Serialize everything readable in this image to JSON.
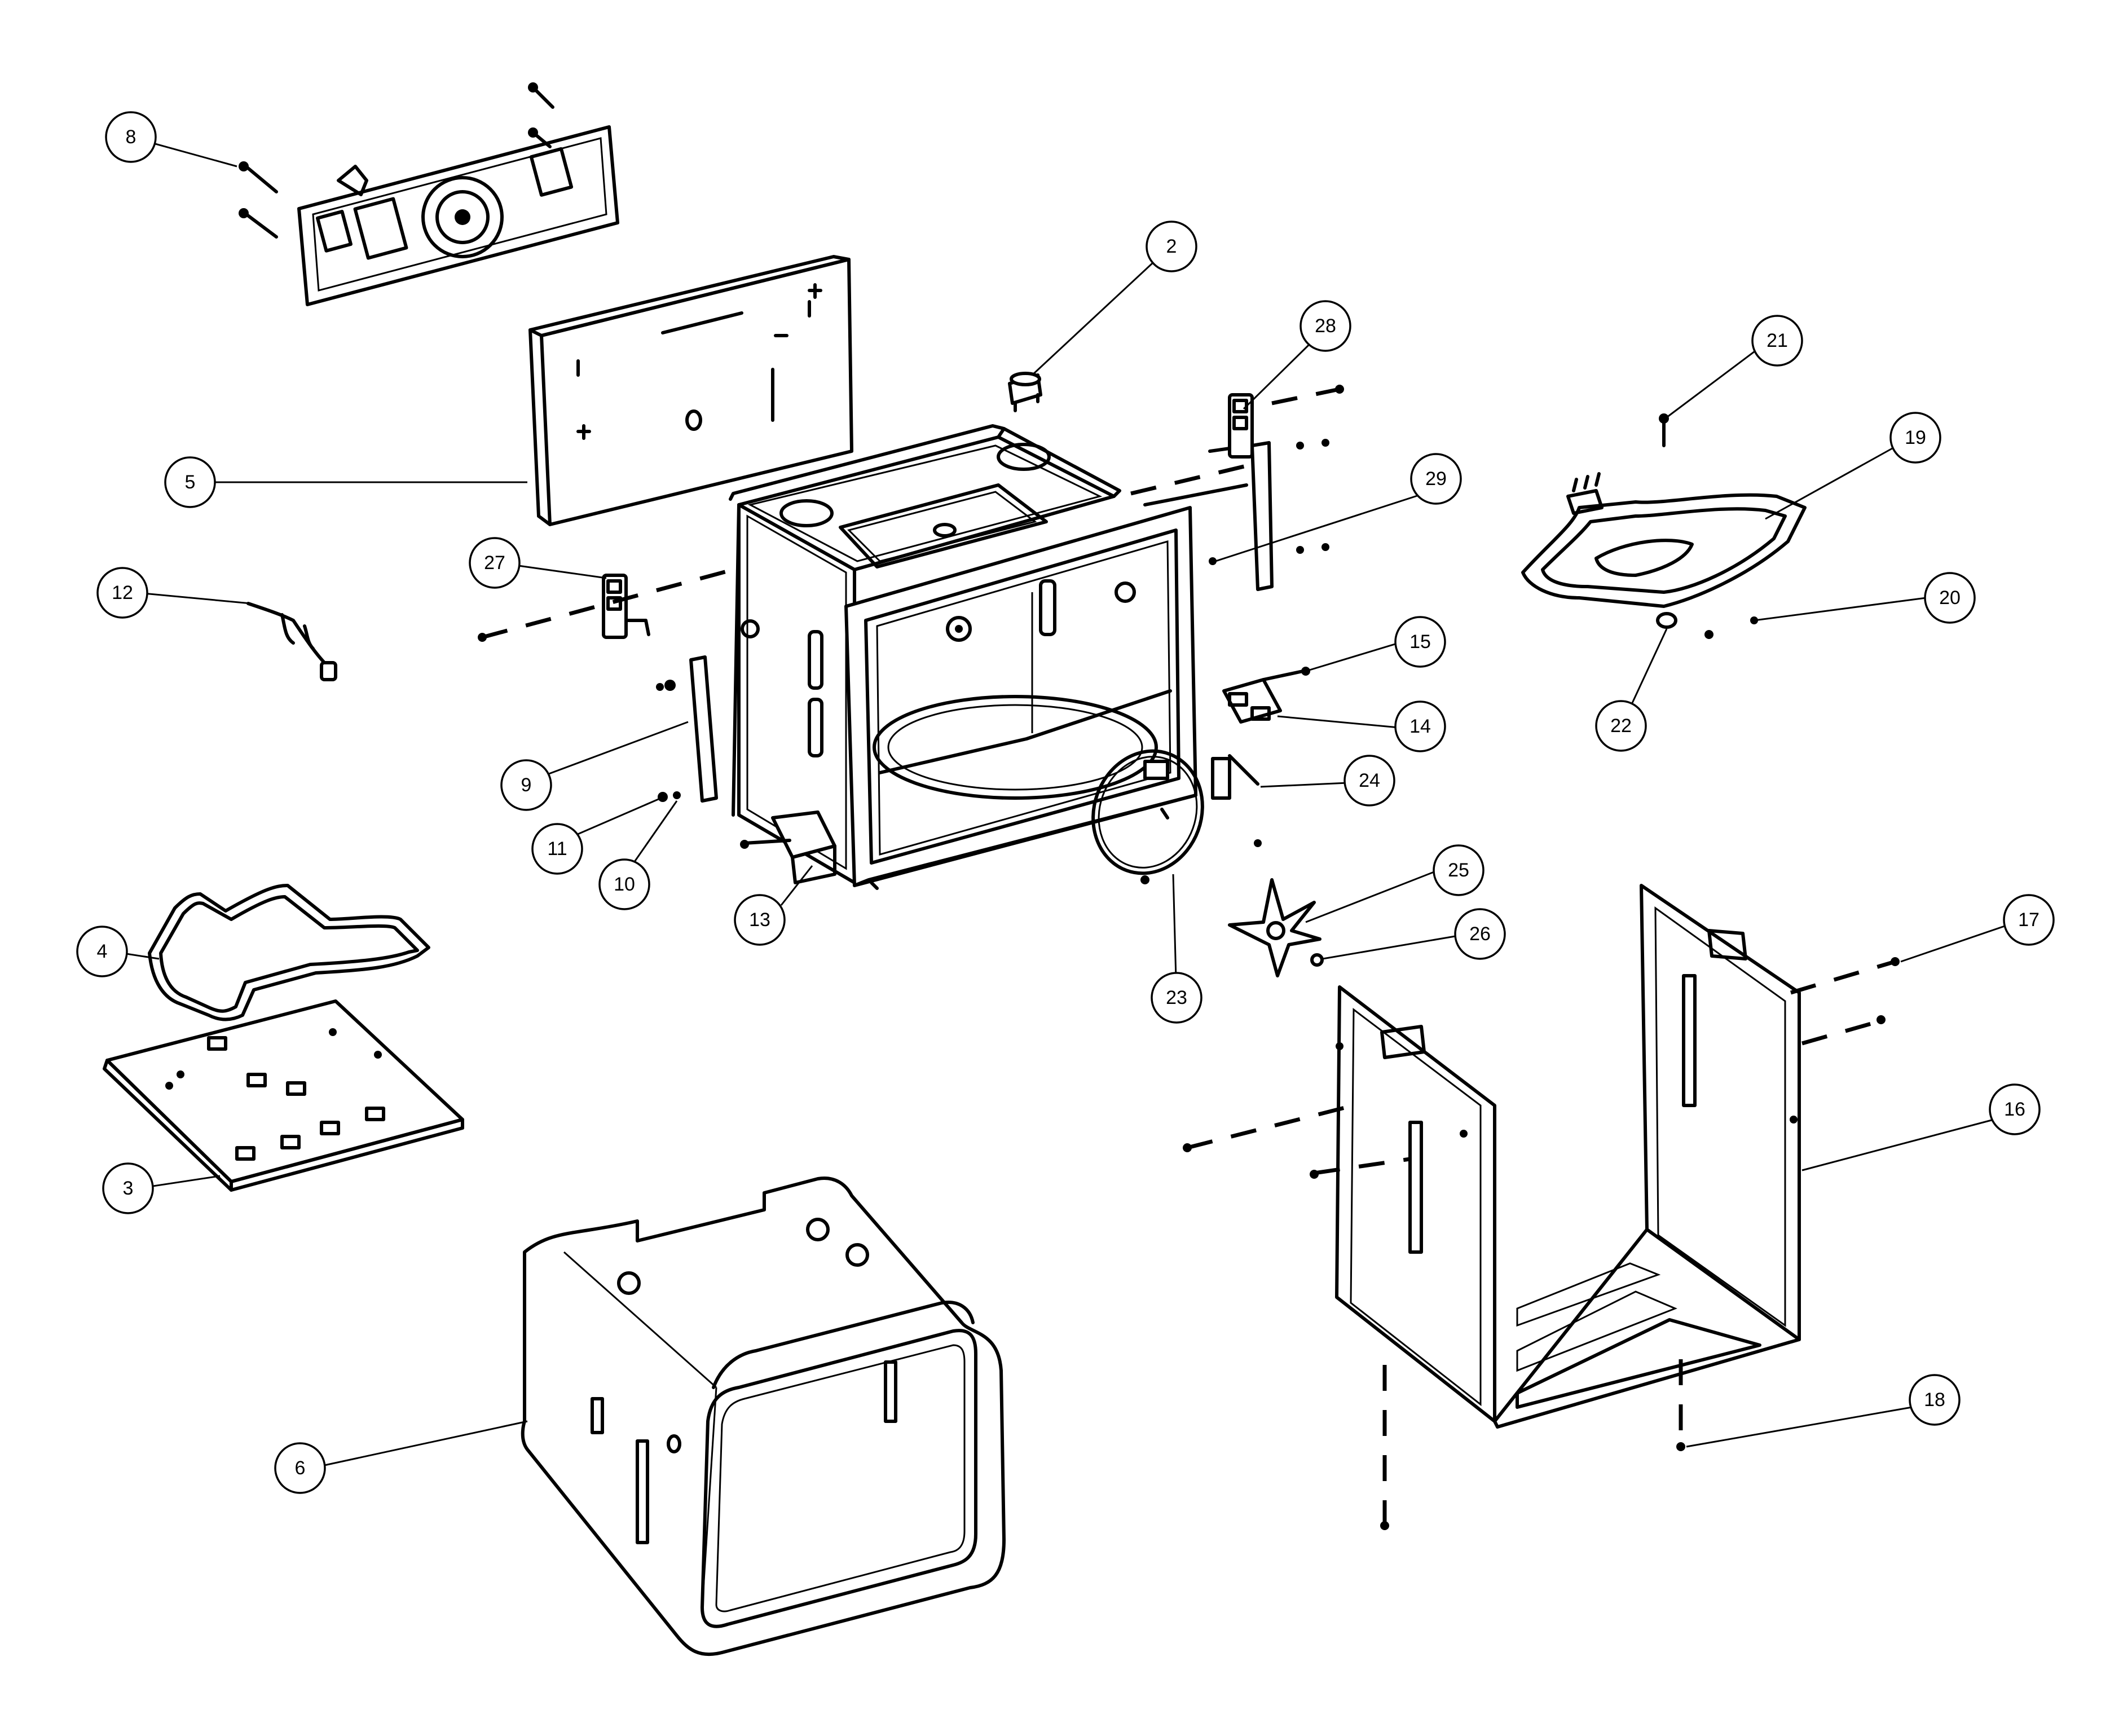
{
  "diagram": {
    "callouts": [
      {
        "id": "c2",
        "label": "2"
      },
      {
        "id": "c3",
        "label": "3"
      },
      {
        "id": "c4",
        "label": "4"
      },
      {
        "id": "c5",
        "label": "5"
      },
      {
        "id": "c6",
        "label": "6"
      },
      {
        "id": "c8",
        "label": "8"
      },
      {
        "id": "c9",
        "label": "9"
      },
      {
        "id": "c10",
        "label": "10"
      },
      {
        "id": "c11",
        "label": "11"
      },
      {
        "id": "c12",
        "label": "12"
      },
      {
        "id": "c13",
        "label": "13"
      },
      {
        "id": "c14",
        "label": "14"
      },
      {
        "id": "c15",
        "label": "15"
      },
      {
        "id": "c16",
        "label": "16"
      },
      {
        "id": "c17",
        "label": "17"
      },
      {
        "id": "c18",
        "label": "18"
      },
      {
        "id": "c19",
        "label": "19"
      },
      {
        "id": "c20",
        "label": "20"
      },
      {
        "id": "c21",
        "label": "21"
      },
      {
        "id": "c22",
        "label": "22"
      },
      {
        "id": "c23",
        "label": "23"
      },
      {
        "id": "c24",
        "label": "24"
      },
      {
        "id": "c25",
        "label": "25"
      },
      {
        "id": "c26",
        "label": "26"
      },
      {
        "id": "c27",
        "label": "27"
      },
      {
        "id": "c28",
        "label": "28"
      },
      {
        "id": "c29",
        "label": "29"
      }
    ]
  }
}
